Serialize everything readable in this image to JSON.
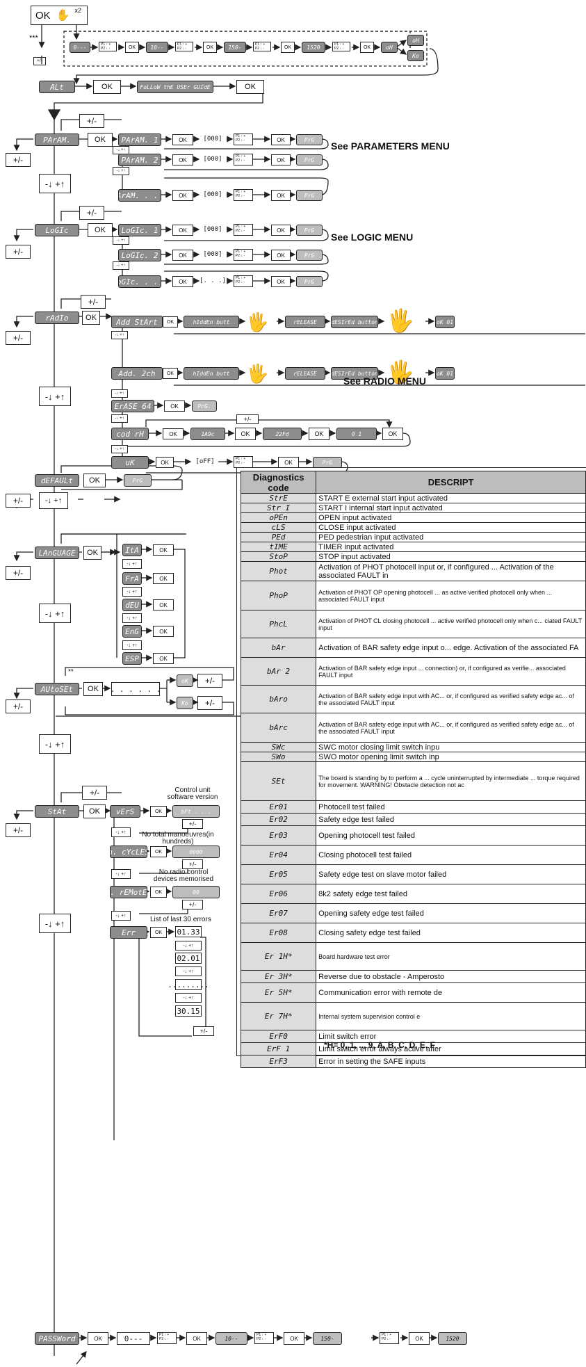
{
  "start": {
    "ok_label": "OK",
    "x2": "x2",
    "stars": "***",
    "pm": "+/-"
  },
  "pwd_row": [
    "0---",
    "10--",
    "150-",
    "1520",
    "oH",
    "oH",
    "Ko"
  ],
  "alt": {
    "label": "ALt",
    "ok": "OK",
    "guide": "FoLLoW thE USEr GUIdE",
    "ok2": "OK"
  },
  "ud_label": "-↓ +↑",
  "pm_label": "+/-",
  "ok_label": "OK",
  "param": {
    "menu": "PArAM.",
    "items": [
      "PArAM. 1",
      "PArAM. 2",
      "PArAM. . . ."
    ],
    "value": "[000]",
    "prg": "PrG",
    "see": "See PARAMETERS MENU"
  },
  "logic": {
    "menu": "LoGIc",
    "items": [
      "LoGIc. 1",
      "LoGIc. 2",
      "LoGIc. . . ."
    ],
    "values": [
      "[000]",
      "[000]",
      "[. . .]"
    ],
    "prg": "PrG",
    "see": "See LOGIC MENU"
  },
  "radio": {
    "menu": "rAdIo",
    "add_start": "Add StArt",
    "add_2ch": "Add. 2ch",
    "hidden": "hIddEn butt",
    "release": "rELEASE",
    "desired": "dESIrEd button",
    "ok01": "oK 01",
    "erase": "ErASE 64",
    "erase_prg": "PrG.",
    "cod": "cod rH",
    "cod_vals": [
      "1A9c",
      "22Fd",
      "0 1"
    ],
    "uk": "uK",
    "uk_off": "[oFF]",
    "prg": "PrG",
    "see": "See RADIO MENU"
  },
  "default": {
    "menu": "dEFAULt",
    "prg": "PrG"
  },
  "language": {
    "menu": "LAnGUAGE",
    "items": [
      "ItA",
      "FrA",
      "dEU",
      "EnG",
      "ESP"
    ]
  },
  "autoset": {
    "menu": "AUtoSEt",
    "dots": ". . .   . . .",
    "ok": "oK",
    "ko": "Ko",
    "stars": "**"
  },
  "stat": {
    "menu": "StAt",
    "vers": "vErS",
    "vers_val": "bFt . . .",
    "vers_note": "Control unit software version",
    "cycles": "n. cYcLES",
    "cycles_val": "0000",
    "cycles_note": "No total manoeuvres(in hundreds)",
    "remotes": "n. rEMotES",
    "remotes_val": "00",
    "remotes_note": "No radio control devices memorised",
    "err": "Err",
    "err_note": "List of last 30 errors",
    "err_vals": [
      "01.33",
      "02.01",
      ".........",
      "30.15"
    ]
  },
  "password": {
    "menu": "PASSWord",
    "row": [
      "0---",
      "10--",
      "150-",
      "1520"
    ]
  },
  "diagnostics": {
    "header_code": "Diagnostics code",
    "header_desc": "DESCRIPT",
    "rows": [
      {
        "code": "StrE",
        "desc": "START E external start input activated"
      },
      {
        "code": "Str I",
        "desc": "START I internal start input activated"
      },
      {
        "code": "oPEn",
        "desc": "OPEN input activated"
      },
      {
        "code": "cLS",
        "desc": "CLOSE input activated"
      },
      {
        "code": "PEd",
        "desc": "PED pedestrian input activated"
      },
      {
        "code": "tIME",
        "desc": "TIMER input activated"
      },
      {
        "code": "StoP",
        "desc": "STOP input activated"
      },
      {
        "code": "Phot",
        "desc": "Activation of PHOT photocell input or, if configured ... Activation of the associated FAULT in"
      },
      {
        "code": "PhoP",
        "desc": "Activation of PHOT OP opening photocell ... as active verified photocell only when ... associated FAULT input"
      },
      {
        "code": "PhcL",
        "desc": "Activation of PHOT CL closing photocell ... active verified photocell only when c... ciated FAULT input"
      },
      {
        "code": "bAr",
        "desc": "Activation of BAR safety edge input o... edge. Activation of the associated FA"
      },
      {
        "code": "bAr 2",
        "desc": "Activation of BAR safety edge input ... connection) or, if configured as verifie... associated FAULT input"
      },
      {
        "code": "bAro",
        "desc": "Activation of BAR safety edge input with AC... or, if configured as verified safety edge ac... of the associated FAULT input"
      },
      {
        "code": "bArc",
        "desc": "Activation of BAR safety edge input with AC... or, if configured as verified safety edge ac... of the associated FAULT input"
      },
      {
        "code": "SWc",
        "desc": "SWC motor closing limit switch inpu"
      },
      {
        "code": "SWo",
        "desc": "SWO motor opening limit switch inp"
      },
      {
        "code": "SEt",
        "desc": "The board is standing by to perform a ... cycle uninterrupted by intermediate ... torque required for movement. WARNING! Obstacle detection not ac"
      },
      {
        "code": "Er01",
        "desc": "Photocell test failed"
      },
      {
        "code": "Er02",
        "desc": "Safety edge test failed"
      },
      {
        "code": "Er03",
        "desc": "Opening photocell test failed"
      },
      {
        "code": "Er04",
        "desc": "Closing photocell test failed"
      },
      {
        "code": "Er05",
        "desc": "Safety edge test on slave motor failed"
      },
      {
        "code": "Er06",
        "desc": "8k2 safety edge test failed"
      },
      {
        "code": "Er07",
        "desc": "Opening safety edge test failed"
      },
      {
        "code": "Er08",
        "desc": "Closing safety edge test failed"
      },
      {
        "code": "Er 1H*",
        "desc": "Board hardware test error"
      },
      {
        "code": "Er 3H*",
        "desc": "Reverse due to obstacle - Amperosto"
      },
      {
        "code": "Er 5H*",
        "desc": "Communication error with remote de"
      },
      {
        "code": "Er 7H*",
        "desc": "Internal system supervision control e"
      },
      {
        "code": "ErF0",
        "desc": "Limit switch error"
      },
      {
        "code": "ErF 1",
        "desc": "Limit switch error always active after"
      },
      {
        "code": "ErF3",
        "desc": "Error in setting the SAFE inputs"
      }
    ],
    "footnote": "*H= 0, 1, .., 9, A, B, C, D, E, F"
  }
}
